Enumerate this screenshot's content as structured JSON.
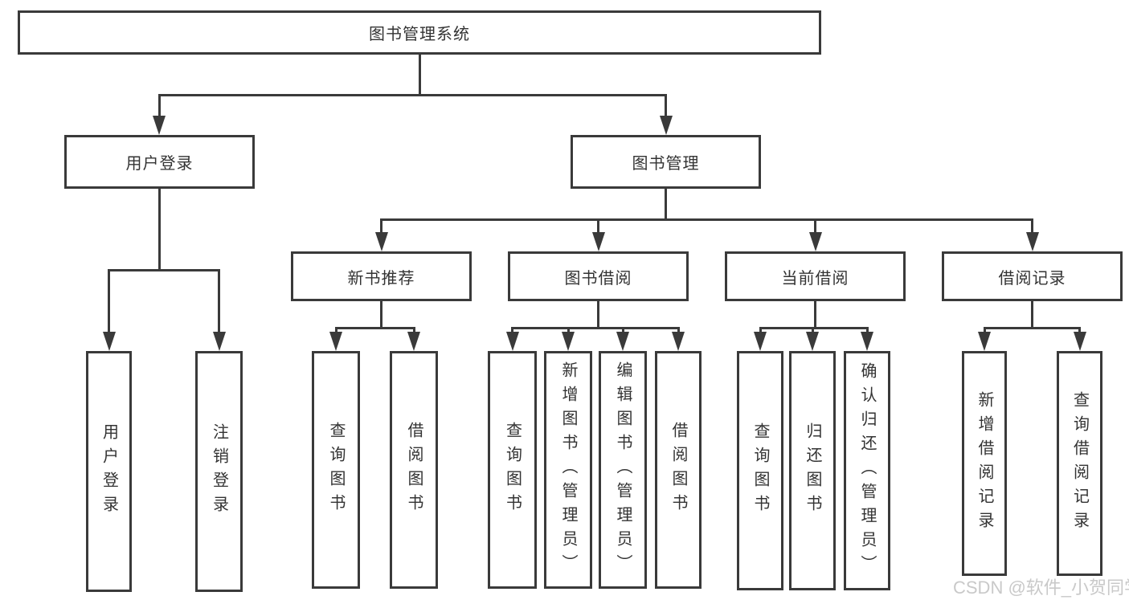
{
  "colors": {
    "line": "#3a3a3a",
    "text": "#333333",
    "watermark": "#c9c9c9",
    "background": "#ffffff"
  },
  "watermark": {
    "text": "CSDN @软件_小贺同学"
  },
  "diagram": {
    "root": {
      "label": "图书管理系统"
    },
    "branches": [
      {
        "label": "用户登录",
        "children": [
          {
            "label": "用户登录"
          },
          {
            "label": "注销登录"
          }
        ]
      },
      {
        "label": "图书管理",
        "children": [
          {
            "label": "新书推荐",
            "children": [
              {
                "label": "查询图书"
              },
              {
                "label": "借阅图书"
              }
            ]
          },
          {
            "label": "图书借阅",
            "children": [
              {
                "label": "查询图书"
              },
              {
                "label": "新增图书（管理员）"
              },
              {
                "label": "编辑图书（管理员）"
              },
              {
                "label": "借阅图书"
              }
            ]
          },
          {
            "label": "当前借阅",
            "children": [
              {
                "label": "查询图书"
              },
              {
                "label": "归还图书"
              },
              {
                "label": "确认归还（管理员）"
              }
            ]
          },
          {
            "label": "借阅记录",
            "children": [
              {
                "label": "新增借阅记录"
              },
              {
                "label": "查询借阅记录"
              }
            ]
          }
        ]
      }
    ]
  }
}
